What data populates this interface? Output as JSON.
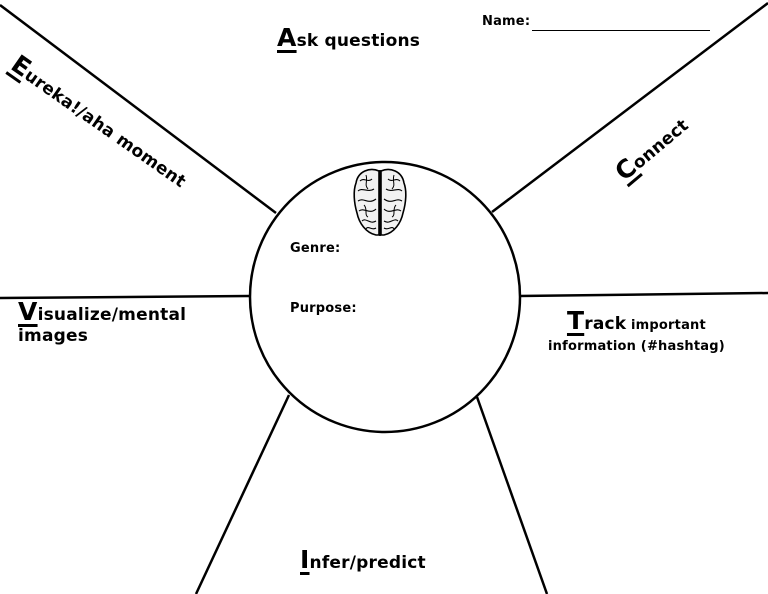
{
  "header": {
    "name_label": "Name:"
  },
  "center": {
    "genre_label": "Genre:",
    "purpose_label": "Purpose:"
  },
  "sections": {
    "ask": {
      "letter": "A",
      "rest": "sk questions"
    },
    "eureka": {
      "letter": "E",
      "rest": "ureka!/aha moment"
    },
    "connect": {
      "letter": "C",
      "rest": "onnect"
    },
    "visualize": {
      "letter": "V",
      "rest": "isualize/mental",
      "line2": "images"
    },
    "track": {
      "letter": "T",
      "rest": "rack",
      "rest2": " important",
      "line2": "information (#hashtag)"
    },
    "infer": {
      "letter": "I",
      "rest": "nfer/predict"
    }
  },
  "icons": {
    "brain": "brain-icon"
  }
}
